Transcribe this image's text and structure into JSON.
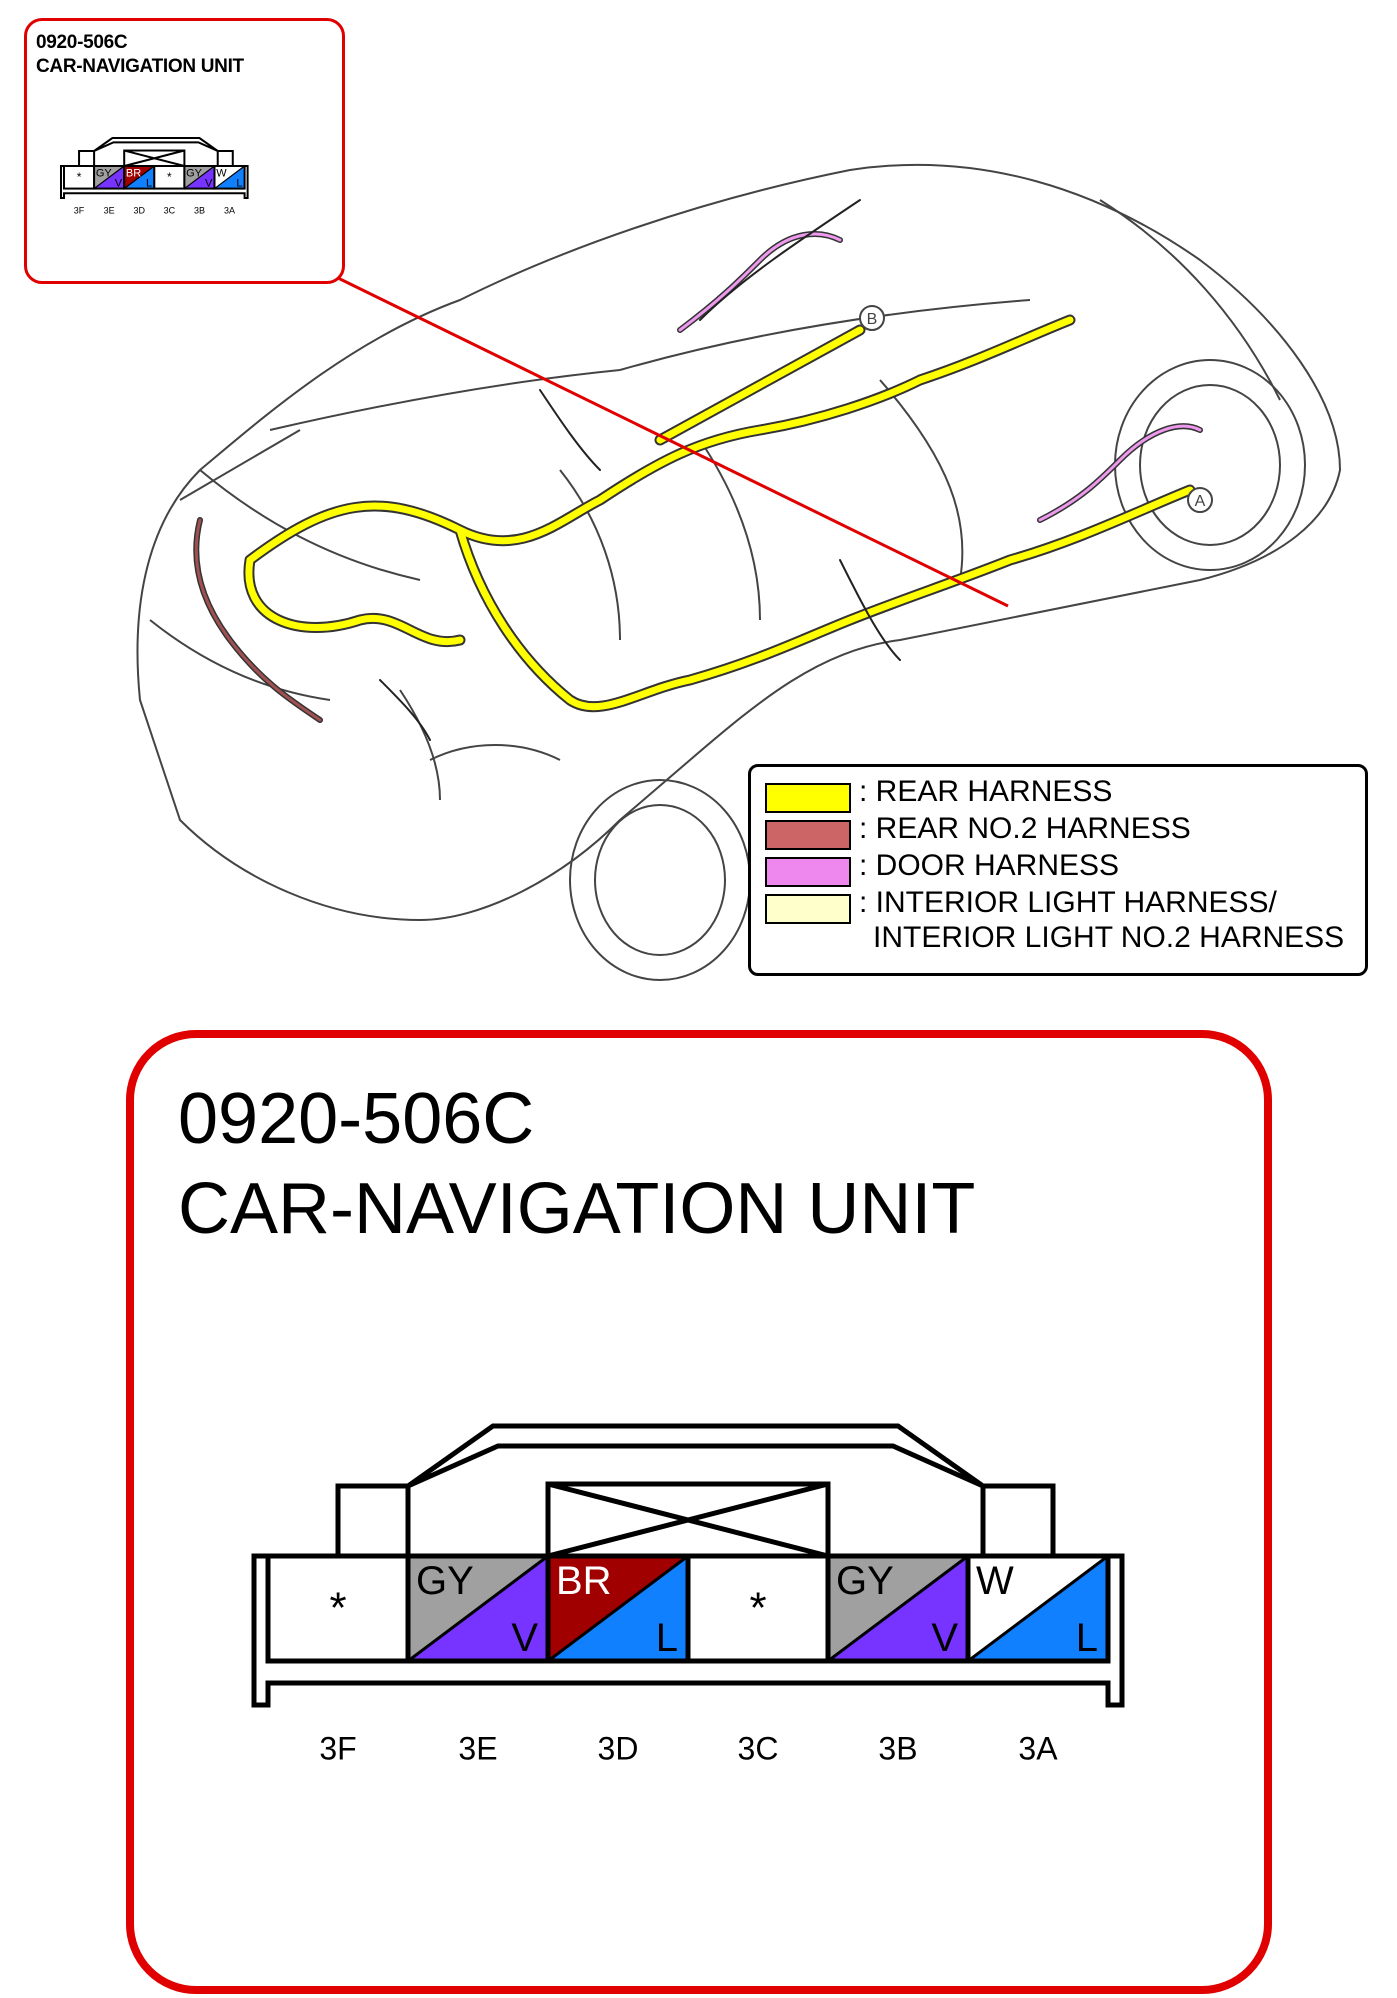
{
  "small_callout": {
    "code": "0920-506C",
    "name": "CAR-NAVIGATION UNIT"
  },
  "main_callout": {
    "code": "0920-506C",
    "name": "CAR-NAVIGATION UNIT"
  },
  "reference_markers": {
    "a": "A",
    "b": "B"
  },
  "legend": {
    "items": [
      {
        "label": ": REAR HARNESS",
        "color": "#ffff00"
      },
      {
        "label": ": REAR NO.2 HARNESS",
        "color": "#cc6666"
      },
      {
        "label": ": DOOR HARNESS",
        "color": "#ee88ee"
      },
      {
        "label": ": INTERIOR LIGHT HARNESS/",
        "label2": "INTERIOR LIGHT NO.2 HARNESS",
        "color": "#ffffcc"
      }
    ]
  },
  "connector": {
    "cavities": [
      {
        "id": "3F",
        "top": "*",
        "bottom": "",
        "top_color": "#ffffff",
        "bottom_color": "#ffffff"
      },
      {
        "id": "3E",
        "top": "GY",
        "bottom": "V",
        "top_color": "#a0a0a0",
        "bottom_color": "#7733ff"
      },
      {
        "id": "3D",
        "top": "BR",
        "bottom": "L",
        "top_color": "#a00000",
        "bottom_color": "#1080ff"
      },
      {
        "id": "3C",
        "top": "*",
        "bottom": "",
        "top_color": "#ffffff",
        "bottom_color": "#ffffff"
      },
      {
        "id": "3B",
        "top": "GY",
        "bottom": "V",
        "top_color": "#a0a0a0",
        "bottom_color": "#7733ff"
      },
      {
        "id": "3A",
        "top": "W",
        "bottom": "L",
        "top_color": "#ffffff",
        "bottom_color": "#1080ff"
      }
    ]
  },
  "colors": {
    "callout_border": "#e00000",
    "rear_harness": "#ffff00",
    "rear_no2": "#8b4040",
    "door": "#e0a0e0"
  }
}
